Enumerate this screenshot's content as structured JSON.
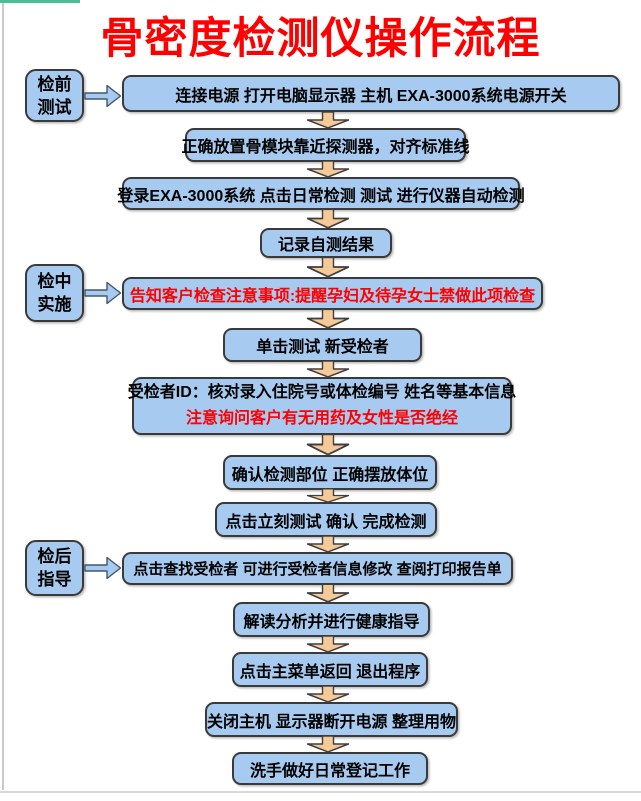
{
  "page": {
    "title": "骨密度检测仪操作流程"
  },
  "phases": [
    {
      "line1": "检前",
      "line2": "测试"
    },
    {
      "line1": "检中",
      "line2": "实施"
    },
    {
      "line1": "检后",
      "line2": "指导"
    }
  ],
  "steps": [
    {
      "text": "连接电源 打开电脑显示器 主机 EXA-3000系统电源开关"
    },
    {
      "text": "正确放置骨模块靠近探测器，对齐标准线"
    },
    {
      "text": "登录EXA-3000系统 点击日常检测 测试 进行仪器自动检测"
    },
    {
      "text": "记录自测结果"
    },
    {
      "text": "告知客户检查注意事项:提醒孕妇及待孕女士禁做此项检查"
    },
    {
      "text": "单击测试 新受检者"
    },
    {
      "line1": "受检者ID：核对录入住院号或体检编号 姓名等基本信息",
      "line2": "注意询问客户有无用药及女性是否绝经"
    },
    {
      "text": "确认检测部位 正确摆放体位"
    },
    {
      "text": "点击立刻测试 确认 完成检测"
    },
    {
      "text": "点击查找受检者 可进行受检者信息修改 查阅打印报告单"
    },
    {
      "text": "解读分析并进行健康指导"
    },
    {
      "text": "点击主菜单返回 退出程序"
    },
    {
      "text": "关闭主机 显示器断开电源 整理用物"
    },
    {
      "text": "洗手做好日常登记工作"
    }
  ],
  "colors": {
    "title_red": "#fe0000",
    "warning_red": "#fe0000",
    "box_fill": "#a7cbf0",
    "box_border": "#3a3a3a",
    "arrow_fill": "#f6c998",
    "corner_green": "#4fbd96",
    "edge_grey": "#c9c9c9"
  }
}
